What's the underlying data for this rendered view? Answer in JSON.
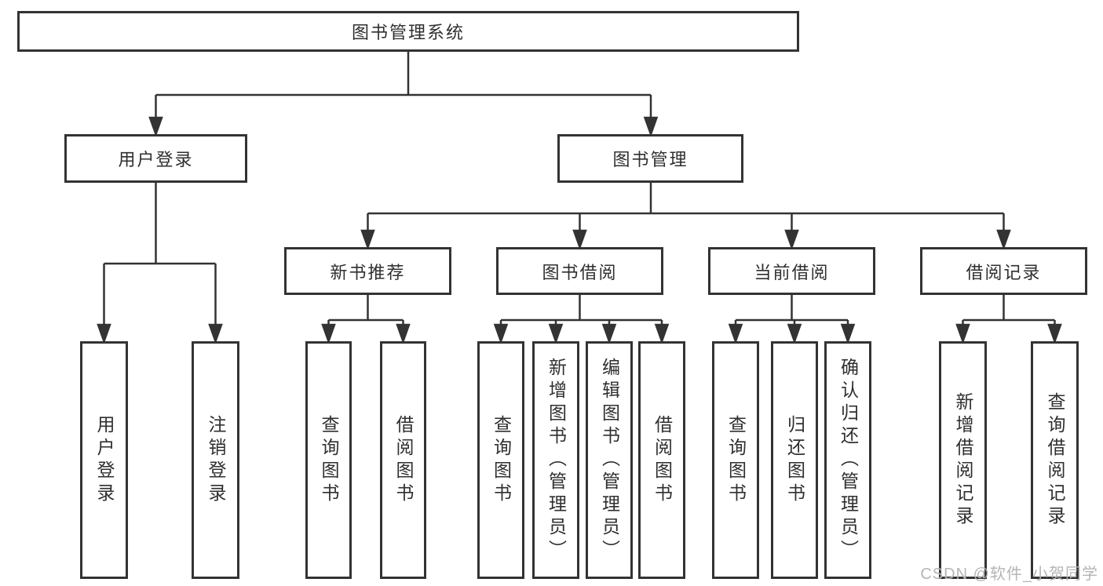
{
  "tree": {
    "root": {
      "label": "图书管理系统"
    },
    "branches": [
      {
        "label": "用户登录",
        "children": [
          {
            "label": "用户登录"
          },
          {
            "label": "注销登录"
          }
        ]
      },
      {
        "label": "图书管理",
        "children": [
          {
            "label": "新书推荐",
            "children": [
              {
                "label": "查询图书"
              },
              {
                "label": "借阅图书"
              }
            ]
          },
          {
            "label": "图书借阅",
            "children": [
              {
                "label": "查询图书"
              },
              {
                "label": "新增图书（管理员）"
              },
              {
                "label": "编辑图书（管理员）"
              },
              {
                "label": "借阅图书"
              }
            ]
          },
          {
            "label": "当前借阅",
            "children": [
              {
                "label": "查询图书"
              },
              {
                "label": "归还图书"
              },
              {
                "label": "确认归还（管理员）"
              }
            ]
          },
          {
            "label": "借阅记录",
            "children": [
              {
                "label": "新增借阅记录"
              },
              {
                "label": "查询借阅记录"
              }
            ]
          }
        ]
      }
    ]
  },
  "watermark": {
    "text": "CSDN @软件_小贺同学"
  },
  "colors": {
    "line": "#333333",
    "border": "#333333",
    "text": "#2f2f2f",
    "watermark": "#b5b5b5",
    "background": "#ffffff"
  }
}
